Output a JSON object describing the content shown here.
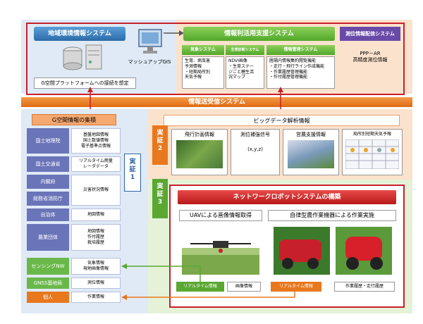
{
  "top": {
    "env_system": "地域環境情報システム",
    "gspace_note": "G空間プラットフォームへの接続を想定",
    "mashup": "マッシュアップGIS",
    "support_system": "情報利活用支援システム",
    "weather_system": "気象システム",
    "weather_body": "生育、病虫害\n予測情報\n・短期局所別\n天気予報",
    "growth_system": "生育診断システム",
    "growth_body": "NDVI画像\n・生育ステー\nジごと穂生活\n況マップ",
    "mgmt_system": "情報管理システム",
    "mgmt_body": "圃場内情報集約閲覧機能\n・走行・飛行ライン作成機能\n・作業履歴管理機能\n・作付履歴管理機能",
    "positioning_system": "測位情報配信システム",
    "positioning_body": "PPP－AR\n高精度測位情報"
  },
  "transmission": "情報送受信システム",
  "left": {
    "title": "G空間情報の集積",
    "rows": [
      {
        "agency": "国土地理院",
        "info": "基盤地図情報\n国土数値情報\n電子基準点情報"
      },
      {
        "agency": "国土交通省",
        "info": "リアルタイム雨量\nレーダデータ"
      },
      {
        "agency": "内閣府",
        "info": ""
      },
      {
        "agency": "総務省消防庁",
        "info": "災害状況情報"
      },
      {
        "agency": "自治体",
        "info": "地図情報"
      },
      {
        "agency": "農業団体",
        "info": "地図情報\n作付履歴\n栽培履歴"
      },
      {
        "agency": "センシングNW",
        "info": "気象情報\n現地画像情報"
      },
      {
        "agency": "GNSS基地局",
        "info": "測位情報"
      },
      {
        "agency": "個人",
        "info": "作業情報"
      }
    ],
    "demo1": "実\n証\n1"
  },
  "bigdata": {
    "title": "ビッグデータ解析情報",
    "demo2": "実\n証\n2",
    "cards": [
      "飛行計画情報",
      "測位補強信号",
      "営農支援情報",
      "局所別短期天気予報"
    ],
    "xyz": "(x,y,z)"
  },
  "robot": {
    "demo3": "実\n証\n3",
    "title": "ネットワークロボットシステムの構築",
    "uav": "UAVによる画像情報取得",
    "auto": "自律型農作業機器による作業実施",
    "labels": [
      "リアルタイム情報",
      "画像情報",
      "リアルタイム情報",
      "作業履歴・走行履歴"
    ]
  },
  "colors": {
    "red_border": "#c8202a",
    "orange": "#e8781e",
    "green": "#5aa832",
    "blue": "#2e63a8",
    "purple": "#6a4aa8"
  }
}
